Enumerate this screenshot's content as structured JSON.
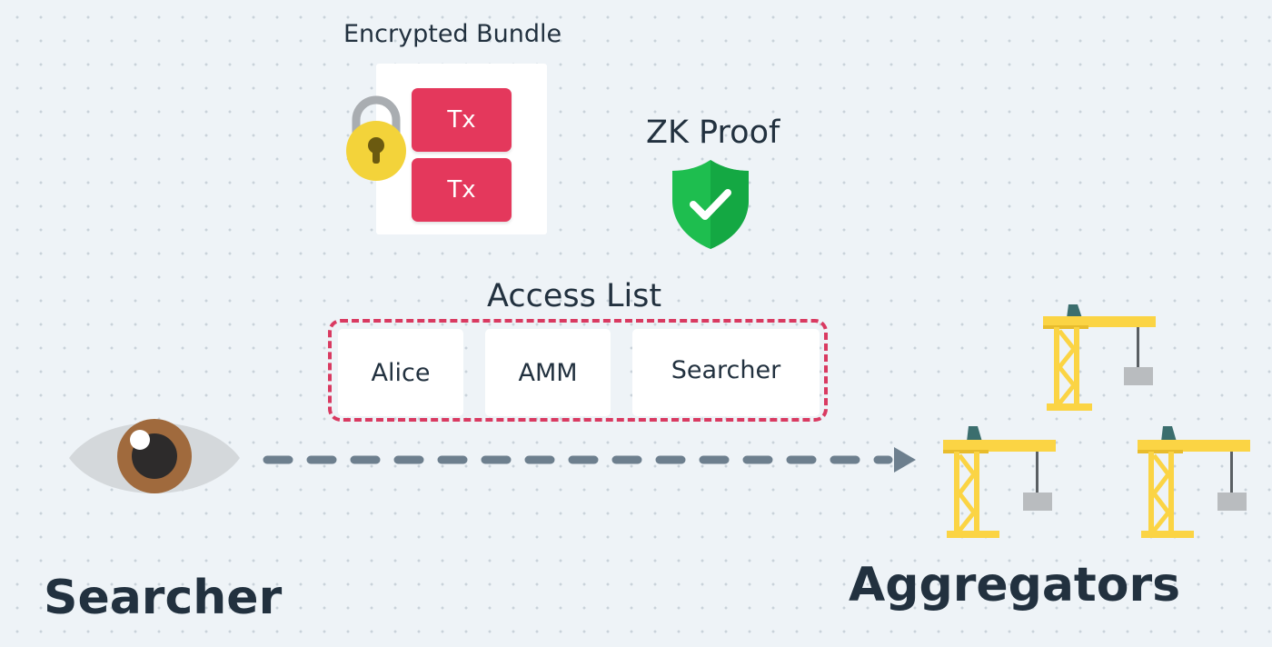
{
  "bundle": {
    "title": "Encrypted Bundle",
    "transactions": [
      "Tx",
      "Tx"
    ]
  },
  "proof": {
    "title": "ZK Proof"
  },
  "access_list": {
    "title": "Access List",
    "members": [
      "Alice",
      "AMM",
      "Searcher"
    ]
  },
  "searcher": {
    "label": "Searcher"
  },
  "aggregators": {
    "label": "Aggregators"
  },
  "colors": {
    "background": "#eef3f7",
    "tx": "#e4385c",
    "access_border": "#d93a61",
    "shield": "#1ebe4f",
    "lock": "#f3d33a",
    "crane": "#fbd444",
    "arrow": "#6d7f8e",
    "iris": "#a06a3d",
    "text": "#22313f"
  },
  "icons": [
    "lock-icon",
    "shield-check-icon",
    "eye-icon",
    "crane-icon",
    "arrow-right-icon"
  ]
}
